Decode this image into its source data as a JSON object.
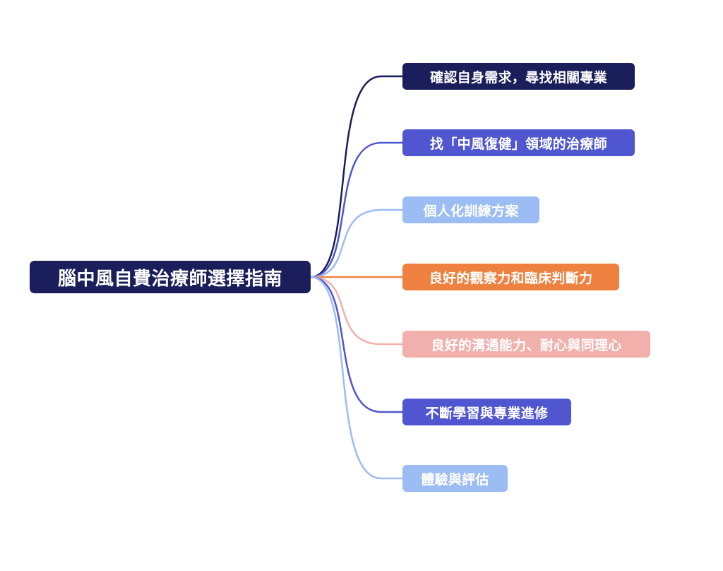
{
  "mindmap": {
    "root": {
      "label": "腦中風自費治療師選擇指南",
      "color": "#1a1e5a"
    },
    "branches": [
      {
        "label": "確認自身需求，尋找相關專業",
        "color": "#1a1e5a"
      },
      {
        "label": "找「中風復健」領域的治療師",
        "color": "#4f56cf"
      },
      {
        "label": "個人化訓練方案",
        "color": "#9cbcf4"
      },
      {
        "label": "良好的觀察力和臨床判斷力",
        "color": "#ef8140"
      },
      {
        "label": "良好的溝通能力、耐心與同理心",
        "color": "#f2b0ac"
      },
      {
        "label": "不斷學習與專業進修",
        "color": "#4f56cf"
      },
      {
        "label": "體驗與評估",
        "color": "#9cbcf4"
      }
    ]
  }
}
